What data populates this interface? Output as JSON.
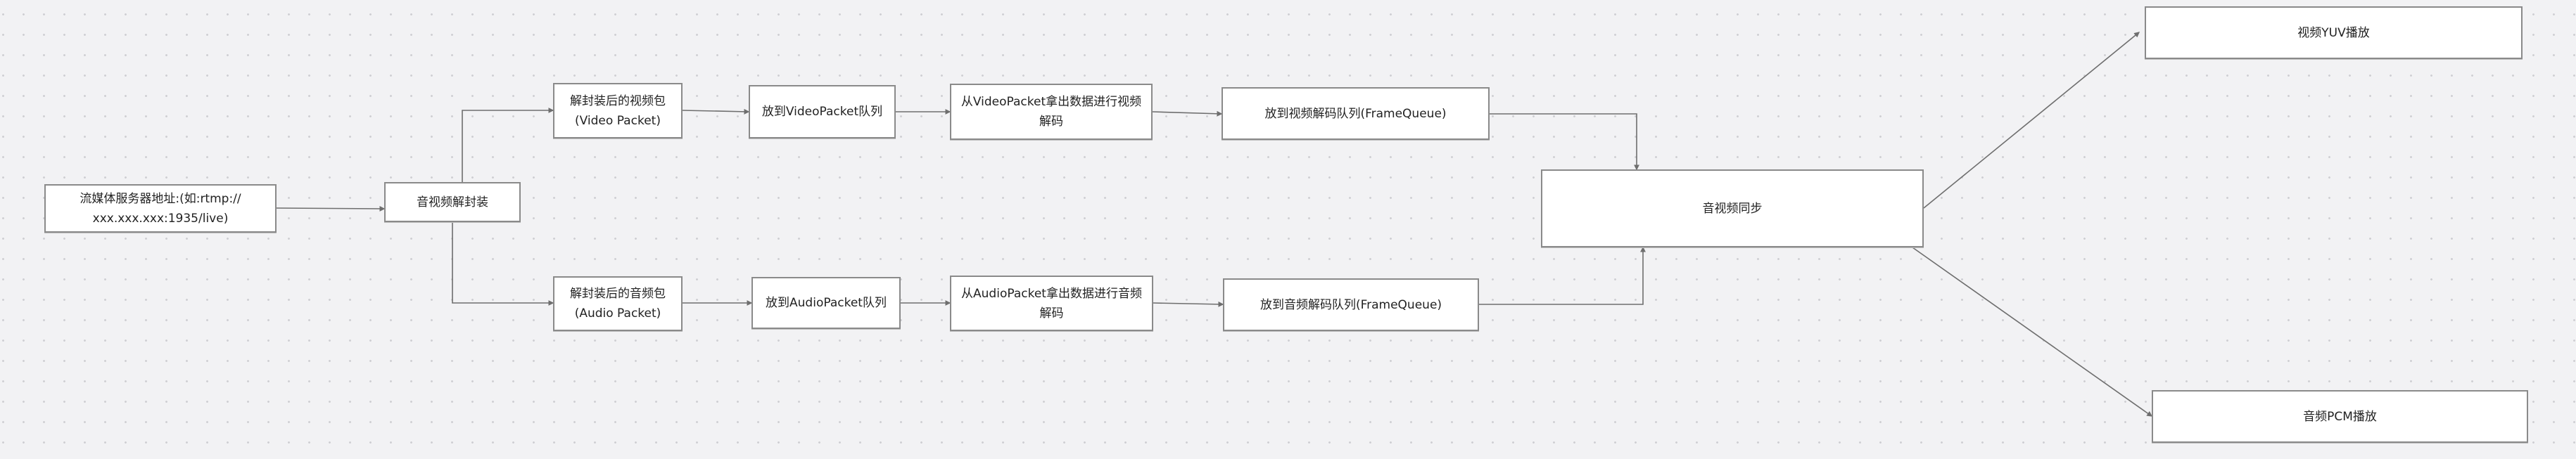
{
  "diagram": {
    "title": "音视频播放流程",
    "nodes": {
      "source": {
        "lines": [
          "流媒体服务器地址:(如:rtmp://",
          "xxx.xxx.xxx:1935/live)"
        ]
      },
      "demux": {
        "lines": [
          "音视频解封装"
        ]
      },
      "vpkt": {
        "lines": [
          "解封装后的视频包",
          "(Video Packet)"
        ]
      },
      "vqueue": {
        "lines": [
          "放到VideoPacket队列"
        ]
      },
      "vdecode": {
        "lines": [
          "从VideoPacket拿出数据进行视频",
          "解码"
        ]
      },
      "vframe": {
        "lines": [
          "放到视频解码队列(FrameQueue)"
        ]
      },
      "apkt": {
        "lines": [
          "解封装后的音频包",
          "(Audio Packet)"
        ]
      },
      "aqueue": {
        "lines": [
          "放到AudioPacket队列"
        ]
      },
      "adecode": {
        "lines": [
          "从AudioPacket拿出数据进行音频",
          "解码"
        ]
      },
      "aframe": {
        "lines": [
          "放到音频解码队列(FrameQueue)"
        ]
      },
      "sync": {
        "lines": [
          "音视频同步"
        ]
      },
      "video_out": {
        "lines": [
          "视频YUV播放"
        ]
      },
      "audio_out": {
        "lines": [
          "音频PCM播放"
        ]
      }
    },
    "edges": [
      {
        "from": "source",
        "to": "demux"
      },
      {
        "from": "demux",
        "to": "vpkt"
      },
      {
        "from": "demux",
        "to": "apkt"
      },
      {
        "from": "vpkt",
        "to": "vqueue"
      },
      {
        "from": "vqueue",
        "to": "vdecode"
      },
      {
        "from": "vdecode",
        "to": "vframe"
      },
      {
        "from": "vframe",
        "to": "sync"
      },
      {
        "from": "apkt",
        "to": "aqueue"
      },
      {
        "from": "aqueue",
        "to": "adecode"
      },
      {
        "from": "adecode",
        "to": "aframe"
      },
      {
        "from": "aframe",
        "to": "sync"
      },
      {
        "from": "sync",
        "to": "video_out"
      },
      {
        "from": "sync",
        "to": "audio_out"
      }
    ],
    "colors": {
      "background": "#f2f2f4",
      "node_fill": "#ffffff",
      "node_border": "#8a8a8a",
      "edge": "#6e6e6e",
      "text": "#222222"
    }
  }
}
